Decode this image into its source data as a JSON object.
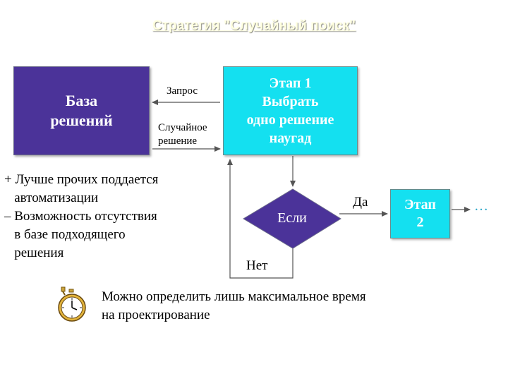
{
  "title": "Стратегия \"Случайный поиск\"",
  "database": {
    "label": "База\nрешений"
  },
  "stage1": {
    "label": "Этап 1\nВыбрать\nодно решение\nнаугад"
  },
  "arrow_labels": {
    "request": "Запрос",
    "random_solution": "Случайное\n решение"
  },
  "decision": {
    "label": "Если"
  },
  "branches": {
    "yes": "Да",
    "no": "Нет"
  },
  "stage2": {
    "label": "Этап\n2"
  },
  "continuation": "…",
  "notes": [
    "+ Лучше прочих поддается",
    "   автоматизации",
    "– Возможность отсутствия",
    "   в базе подходящего",
    "   решения"
  ],
  "bottom_note": "Можно определить лишь максимальное время\nна проектирование",
  "icons": {
    "stopwatch": "stopwatch-icon"
  },
  "colors": {
    "database_fill": "#4b3399",
    "stage_fill": "#14e0f0",
    "decision_fill": "#4b3399",
    "title_color": "#ffffe0"
  }
}
